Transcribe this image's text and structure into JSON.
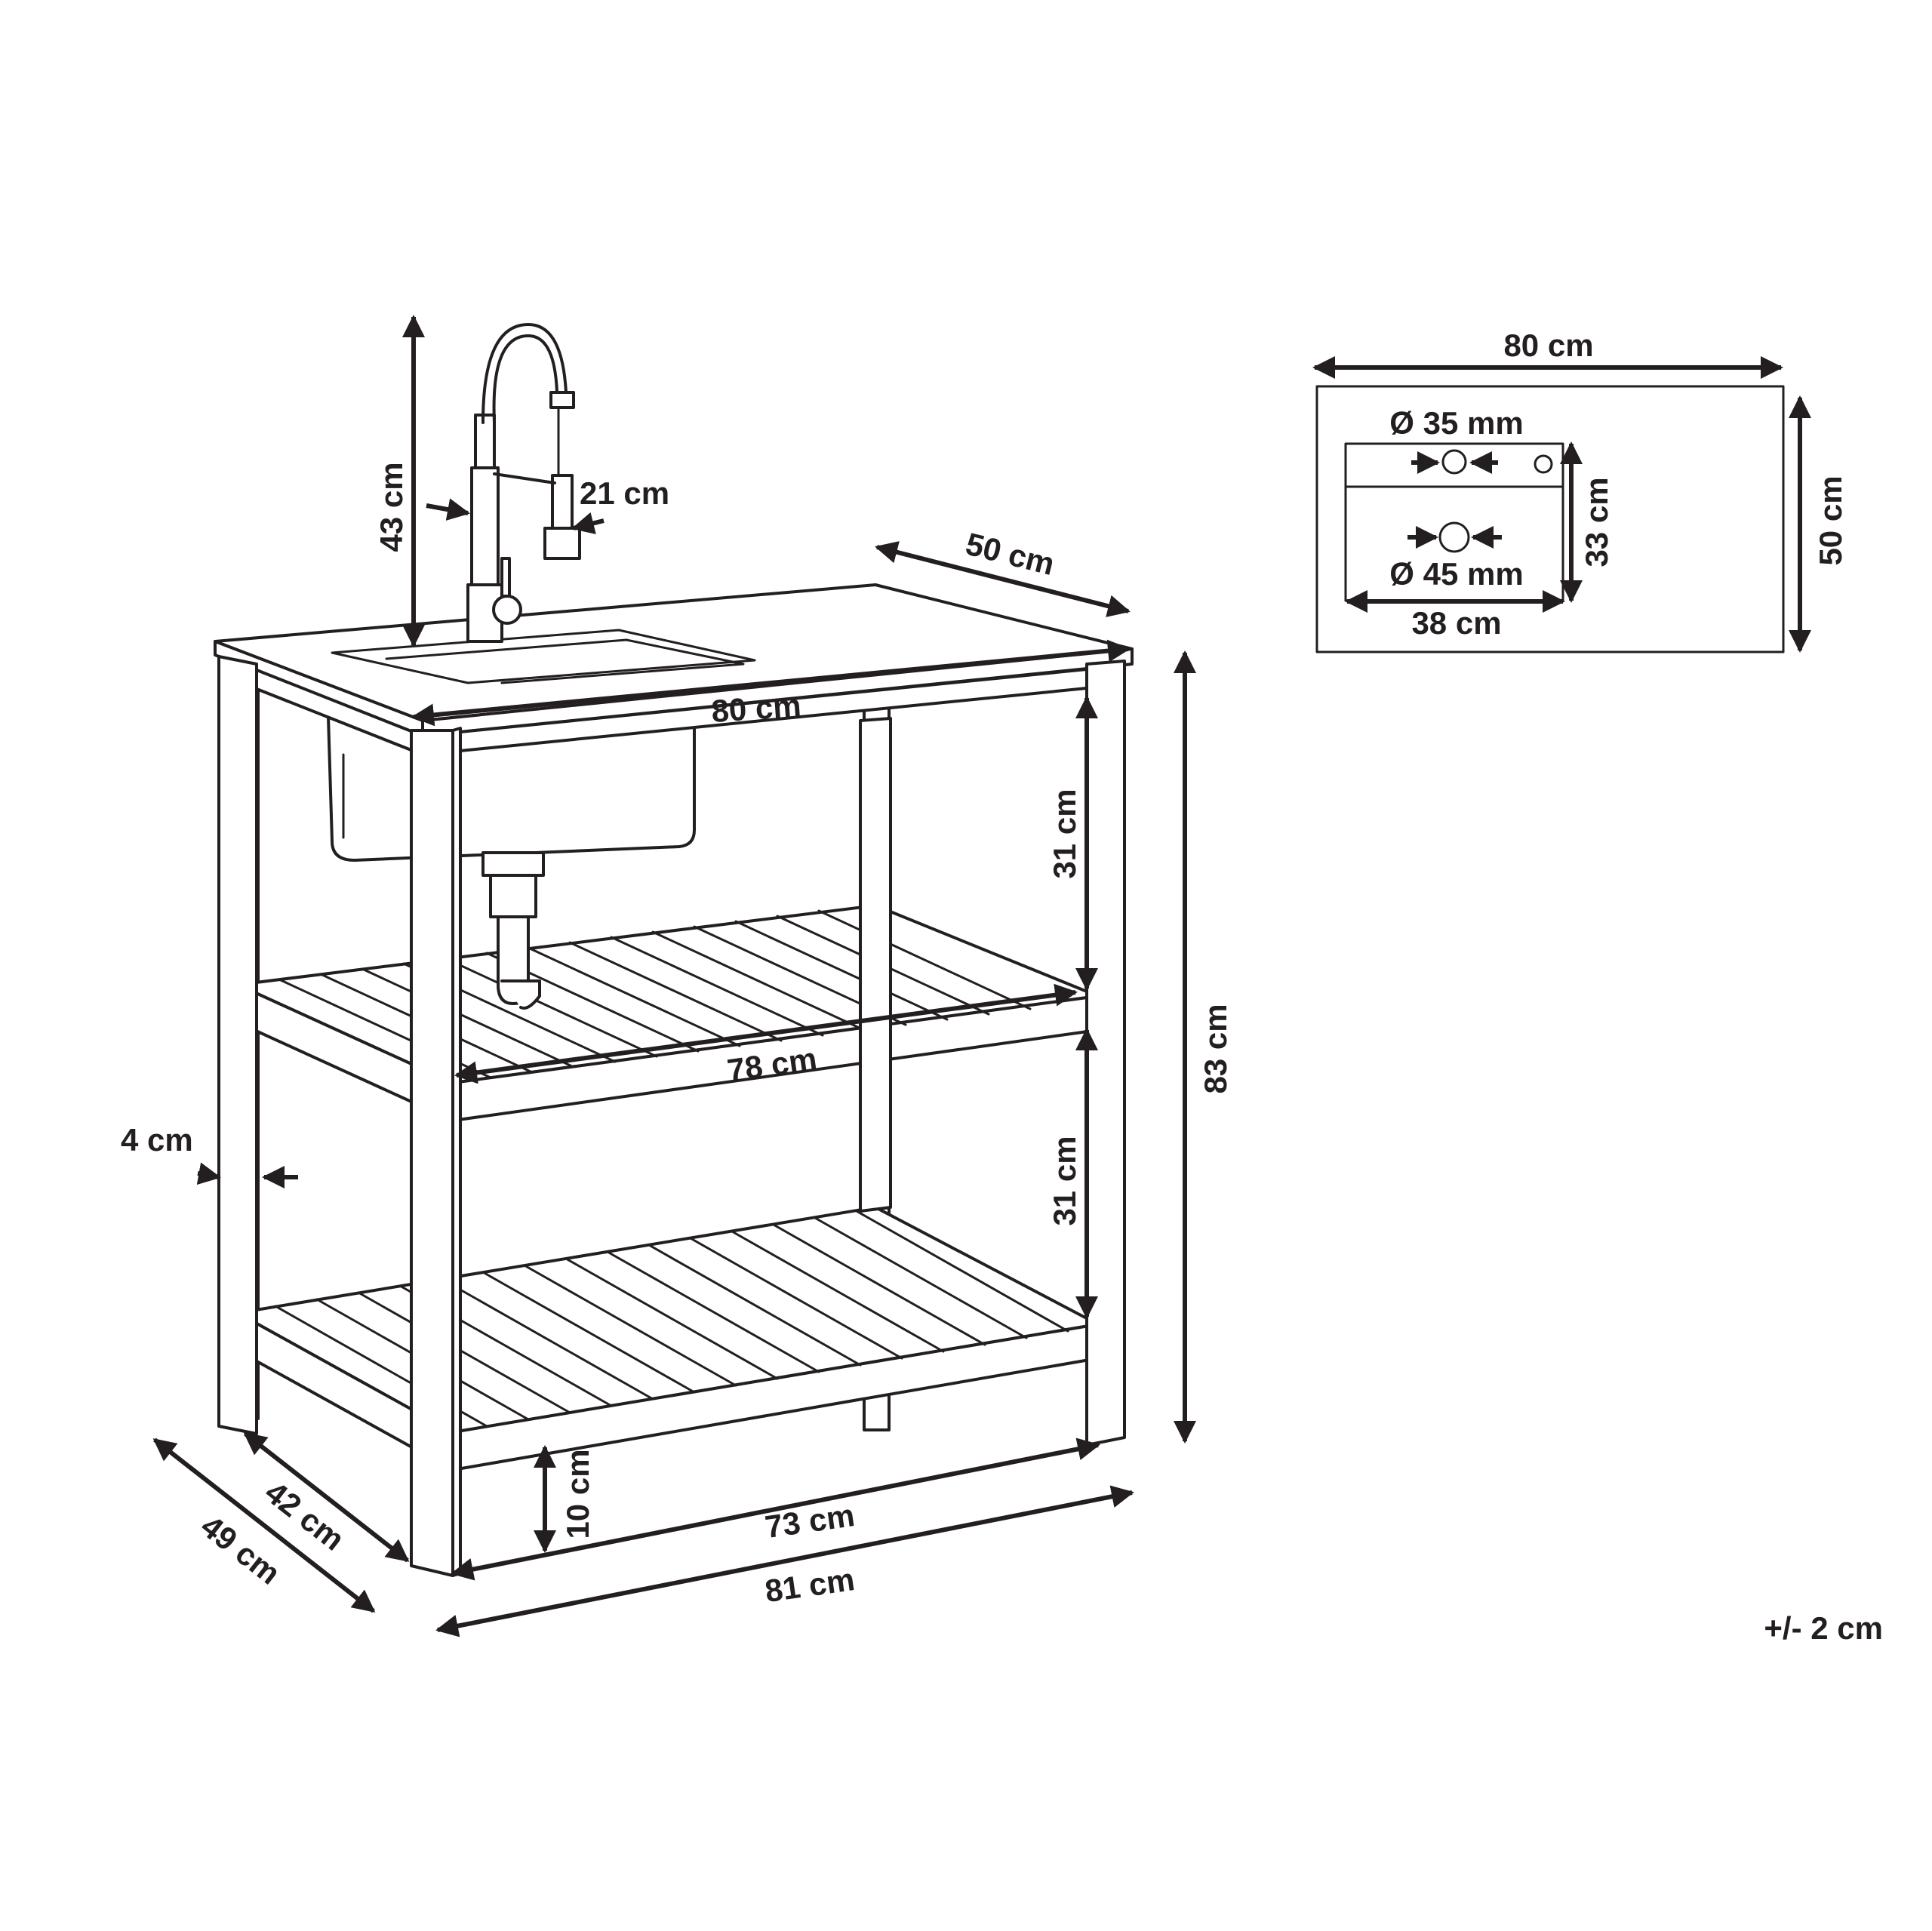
{
  "product_drawing": {
    "faucet_height": "43 cm",
    "faucet_spray": "21 cm",
    "top_depth": "50 cm",
    "top_width": "80 cm",
    "upper_gap": "31 cm",
    "middle_shelf_width": "78 cm",
    "lower_gap": "31 cm",
    "total_height": "83 cm",
    "leg_width": "4 cm",
    "ground_clearance": "10 cm",
    "bottom_inner_width": "73 cm",
    "bottom_outer_width": "81 cm",
    "inner_depth": "42 cm",
    "outer_depth": "49 cm"
  },
  "top_view": {
    "width": "80 cm",
    "depth": "50 cm",
    "tap_hole": "Ø 35 mm",
    "drain_hole": "Ø 45 mm",
    "basin_depth": "33 cm",
    "basin_width": "38 cm"
  },
  "tolerance": "+/- 2 cm"
}
